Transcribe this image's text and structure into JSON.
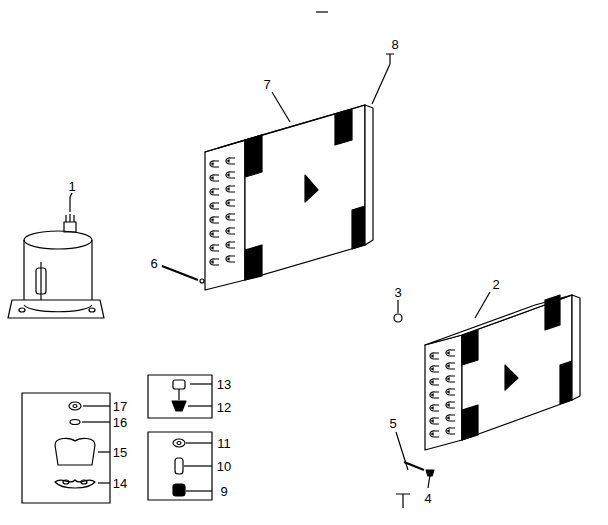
{
  "diagram": {
    "labels": [
      "8",
      "7",
      "1",
      "6",
      "3",
      "2",
      "13",
      "17",
      "12",
      "16",
      "5",
      "11",
      "15",
      "10",
      "14",
      "9",
      "4"
    ]
  }
}
